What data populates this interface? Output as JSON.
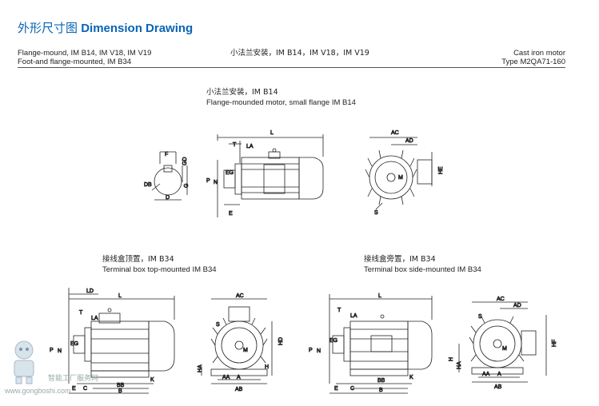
{
  "title": {
    "cn": "外形尺寸图",
    "en": "Dimension Drawing"
  },
  "header": {
    "left_line1": "Flange-mound, IM B14, IM V18, IM V19",
    "left_line2": "Foot-and flange-mounted, IM B34",
    "mid": "小法兰安装，IM B14，IM V18，IM V19",
    "right_line1": "Cast iron motor",
    "right_line2": "Type M2QA71-160"
  },
  "sections": {
    "top": {
      "cn": "小法兰安装，IM B14",
      "en": "Flange-mounded motor, small flange IM B14"
    },
    "bottom_left": {
      "cn": "接线盒顶置，IM B34",
      "en": "Terminal box top-mounted IM B34"
    },
    "bottom_right": {
      "cn": "接线盒旁置，IM B34",
      "en": "Terminal box side-mounted IM B34"
    }
  },
  "dims": {
    "L": "L",
    "T": "T",
    "LA": "LA",
    "P": "P",
    "N": "N",
    "EG": "EG",
    "E": "E",
    "F": "F",
    "GD": "GD",
    "G": "G",
    "DB": "DB",
    "D": "D",
    "AC": "AC",
    "AD": "AD",
    "HE": "HE",
    "M": "M",
    "S": "S",
    "LD": "LD",
    "C": "C",
    "BB": "BB",
    "B": "B",
    "A": "A",
    "AA": "AA",
    "AB": "AB",
    "K": "K",
    "H": "H",
    "HA": "HA",
    "HD": "HD",
    "HF": "HF"
  },
  "watermark": {
    "site_cn": "智能工厂服务网",
    "site_en": "www.gongboshi.com"
  },
  "colors": {
    "title": "#0a64b4",
    "line": "#222222"
  }
}
